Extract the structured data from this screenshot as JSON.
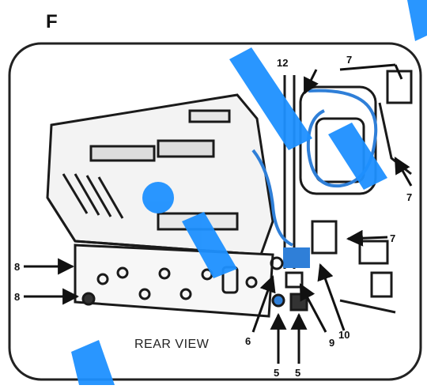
{
  "figure": {
    "panel_letter": "F",
    "view_caption": "REAR VIEW",
    "watermark_color": "#1e90ff",
    "line_color": "#1a1a1a",
    "highlight_color": "#2f7fd8",
    "callouts": {
      "c12": "12",
      "c7_top": "7",
      "c7_right": "7",
      "c7_mid": "7",
      "c8_top": "8",
      "c8_bottom": "8",
      "c6_left": "6",
      "c9": "9",
      "c10": "10",
      "c5_a": "5",
      "c5_b": "5"
    }
  }
}
